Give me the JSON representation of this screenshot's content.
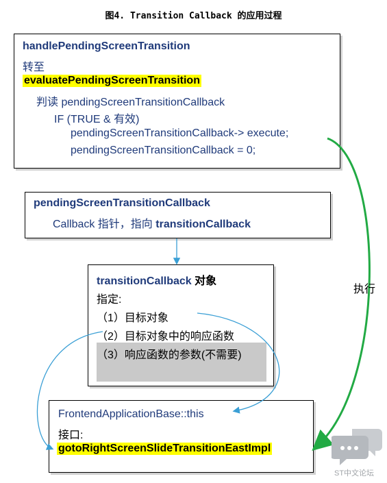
{
  "title": "图4. Transition Callback 的应用过程",
  "box1": {
    "line1": "handlePendingScreenTransition",
    "line2": "转至",
    "line3": "evaluatePendingScreenTransition",
    "line4": "判读 pendingScreenTransitionCallback",
    "line5": "IF (TRUE & 有效)",
    "line6": "pendingScreenTransitionCallback-> execute;",
    "line7": "pendingScreenTransitionCallback = 0;"
  },
  "box2": {
    "line1": "pendingScreenTransitionCallback",
    "line2_prefix": "Callback 指针，指向 ",
    "line2_bold": "transitionCallback"
  },
  "box3": {
    "line1_bold": "transitionCallback",
    "line1_suffix": " 对象",
    "line2": "指定:",
    "item1": "（1）目标对象",
    "item2": "（2）目标对象中的响应函数",
    "item3": "（3）响应函数的参数(不需要)"
  },
  "box4": {
    "line1": "FrontendApplicationBase::this",
    "line2": "接口:",
    "line3": "gotoRightScreenSlideTransitionEastImpl"
  },
  "arrow_label": "执行",
  "watermark": "ST中文论坛",
  "colors": {
    "text_blue": "#1f3a7a",
    "highlight": "#ffff00",
    "arrow_green": "#22aa44",
    "arrow_blue": "#3a9fd5"
  }
}
